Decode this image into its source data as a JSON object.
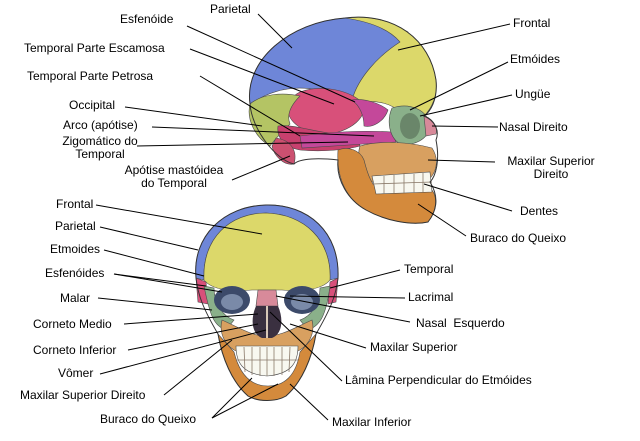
{
  "colors": {
    "parietal": "#6e86d8",
    "frontal": "#dcd86a",
    "temporal_squama": "#d8507a",
    "petrous": "#c8406e",
    "occipital": "#b4c464",
    "zygomatic": "#c4489a",
    "mastoid": "#cc5070",
    "maxilla": "#d8a060",
    "mandible": "#d48a3c",
    "nasal": "#d88a9a",
    "ethmoid": "#8ab08a",
    "teeth": "#f8f8f0",
    "leader": "#000000"
  },
  "labels": {
    "side": {
      "esfenoide": "Esfenóide",
      "parietal": "Parietal",
      "frontal": "Frontal",
      "temporal_escamosa": "Temporal Parte Escamosa",
      "etmoides": "Etmóides",
      "temporal_petrosa": "Temporal Parte Petrosa",
      "ungue": "Ungüe",
      "occipital": "Occipital",
      "nasal_direito": "Nasal Direito",
      "arco_apotise": "Arco (apótise)",
      "zigomatico": "Zigomático do\nTemporal",
      "maxilar_superior_direito": "Maxilar Superior\nDireito",
      "apotise_mastoidea": "Apótise mastóidea\ndo Temporal",
      "dentes": "Dentes",
      "buraco_queixo": "Buraco do Queixo"
    },
    "front": {
      "frontal": "Frontal",
      "parietal": "Parietal",
      "etmoides": "Etmoides",
      "esfenoides": "Esfenóides",
      "temporal": "Temporal",
      "malar": "Malar",
      "lacrimal": "Lacrimal",
      "corneto_medio": "Corneto Medio",
      "nasal_esquerdo": "Nasal  Esquerdo",
      "corneto_inferior": "Corneto Inferior",
      "maxilar_superior": "Maxilar Superior",
      "vomer": "Vômer",
      "lamina_perpendicular": "Lâmina Perpendicular do Etmóides",
      "maxilar_superior_direito": "Maxilar Superior Direito",
      "buraco_queixo": "Buraco do Queixo",
      "maxilar_inferior": "Maxilar Inferior"
    }
  }
}
